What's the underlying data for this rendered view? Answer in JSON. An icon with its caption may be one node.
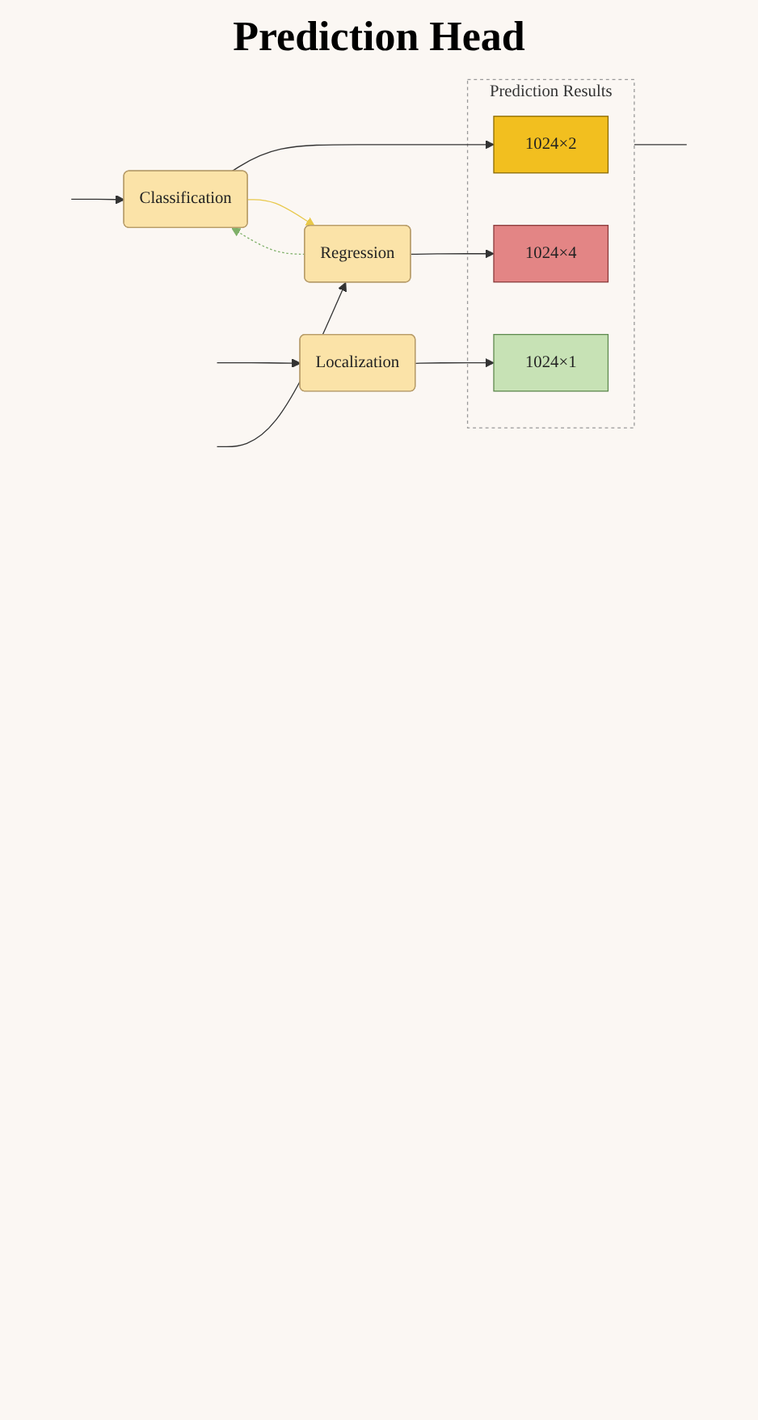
{
  "diagram": {
    "title": "Prediction Head",
    "nodes": [
      {
        "text": [
          "Classification"
        ]
      },
      {
        "text": [
          "Localization"
        ]
      },
      {
        "text": [
          "Regression"
        ]
      },
      {
        "text": [
          "Prediction Results"
        ]
      },
      {
        "text": [
          "1024×2"
        ],
        "in": 3
      },
      {
        "text": [
          "1024×1"
        ],
        "in": 3
      },
      {
        "text": [
          "1024×4"
        ],
        "in": 3
      }
    ],
    "edges": [
      {
        "from": null,
        "to": 0,
        "arrow": "to"
      },
      {
        "from": null,
        "to": 1,
        "arrow": "to"
      },
      {
        "from": null,
        "to": 2,
        "arrow": "to"
      },
      {
        "from": 0,
        "to": 4,
        "arrow": "to"
      },
      {
        "from": 1,
        "to": 5,
        "arrow": "to"
      },
      {
        "from": 2,
        "to": 6,
        "arrow": "to"
      },
      {
        "from": 2,
        "to": 0,
        "arrow": "to",
        "style": "dashed",
        "color": "#7fb069"
      },
      {
        "from": 0,
        "to": 2,
        "arrow": "to",
        "color": "#e8c84a"
      },
      {
        "from": 3,
        "to": null,
        "arrow": "none"
      }
    ]
  }
}
